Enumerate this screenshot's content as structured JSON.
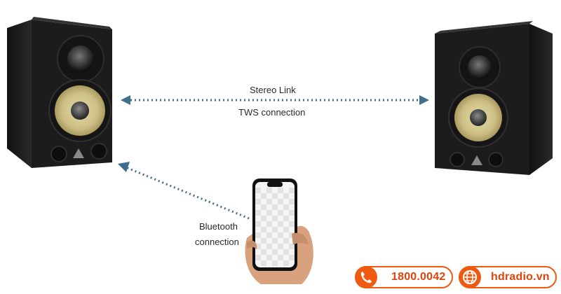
{
  "links": {
    "stereo_link": "Stereo Link",
    "tws_connection": "TWS connection",
    "bluetooth_line1": "Bluetooth",
    "bluetooth_line2": "connection"
  },
  "contact": {
    "phone": "1800.0042",
    "website": "hdradio.vn",
    "phone_icon": "phone-icon",
    "web_icon": "globe-icon"
  },
  "colors": {
    "accent": "#ee5a12",
    "arrow": "#3f6e8e",
    "speaker_body": "#1e1e1e",
    "woofer_cone": "#cdbf86"
  }
}
